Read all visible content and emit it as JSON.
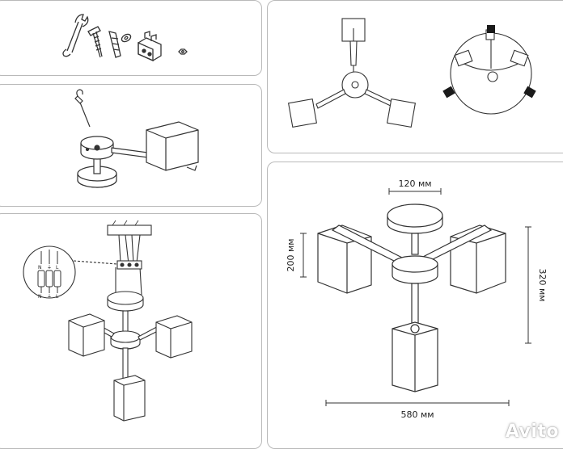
{
  "dimensions": {
    "plate_diameter": "120 мм",
    "shade_height": "200 мм",
    "total_height": "320 мм",
    "total_width": "580 мм"
  },
  "wiring_labels": {
    "top": [
      "N",
      "⏚",
      "L"
    ],
    "bottom": [
      "N",
      "⏚",
      "L"
    ]
  },
  "watermark": "Avito"
}
